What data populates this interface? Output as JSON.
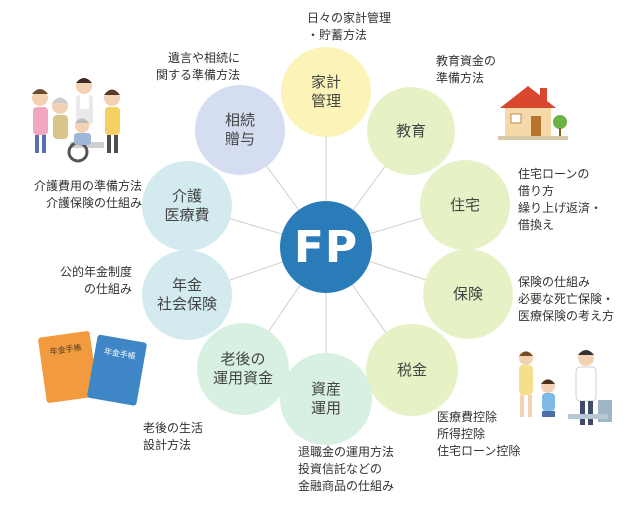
{
  "hub": {
    "label": "FP",
    "color": "#2a7cb8"
  },
  "colors": {
    "yellow": "#fbf3b8",
    "lime": "#e6f2c6",
    "mint": "#d7f0e1",
    "aqua": "#d3ebef",
    "lavender": "#d5def1",
    "spoke": "#cfcfcf"
  },
  "categories": [
    {
      "key": "household",
      "label": "家計\n管理",
      "note": "日々の家計管理\n・貯蓄方法"
    },
    {
      "key": "education",
      "label": "教育",
      "note": "教育資金の\n準備方法"
    },
    {
      "key": "housing",
      "label": "住宅",
      "note": "住宅ローンの\n借り方\n繰り上げ返済・\n借換え"
    },
    {
      "key": "insurance",
      "label": "保険",
      "note": "保険の仕組み\n必要な死亡保険・\n医療保険の考え方"
    },
    {
      "key": "tax",
      "label": "税金",
      "note": "医療費控除\n所得控除\n住宅ローン控除"
    },
    {
      "key": "assets",
      "label": "資産\n運用",
      "note": "退職金の運用方法\n投資信託などの\n金融商品の仕組み"
    },
    {
      "key": "retirement",
      "label": "老後の\n運用資金",
      "note": "老後の生活\n設計方法"
    },
    {
      "key": "pension",
      "label": "年金\n社会保険",
      "note": "公的年金制度\nの仕組み"
    },
    {
      "key": "care",
      "label": "介護\n医療費",
      "note": "介護費用の準備方法\n介護保険の仕組み"
    },
    {
      "key": "inheritance",
      "label": "相続\n贈与",
      "note": "遺言や相続に\n関する準備方法"
    }
  ],
  "illustrations": {
    "pension_books": {
      "book1": "年金手帳",
      "book2": "年金手帳"
    }
  }
}
